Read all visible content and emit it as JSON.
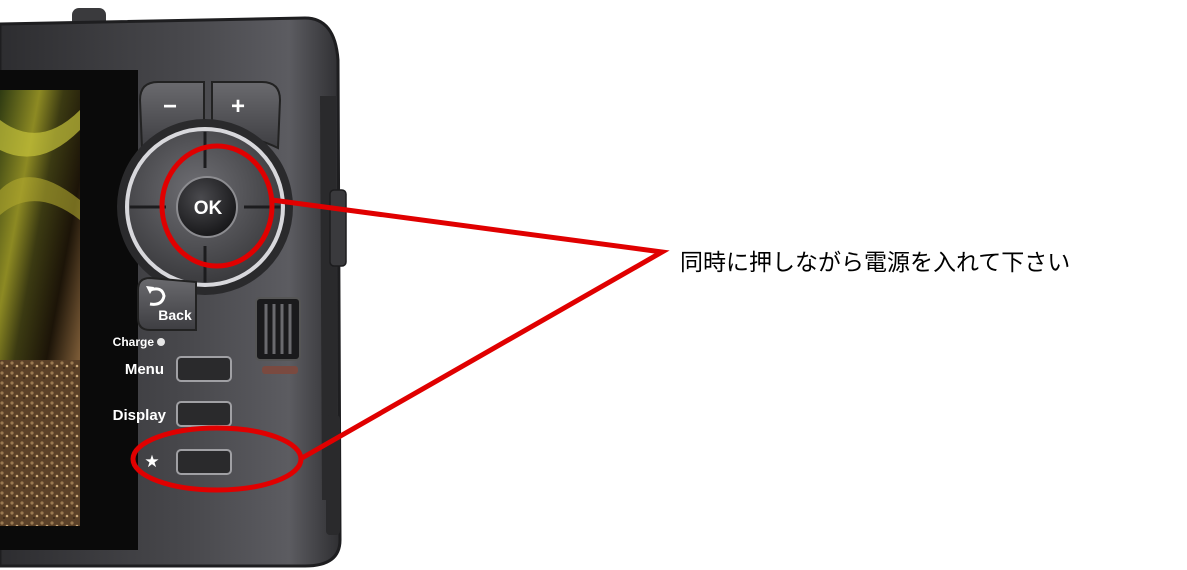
{
  "device": {
    "buttons": {
      "minus_label": "−",
      "plus_label": "+",
      "ok_label": "OK",
      "back_label": "Back",
      "charge_label": "Charge",
      "menu_label": "Menu",
      "display_label": "Display",
      "star_label": "★"
    }
  },
  "callout": {
    "text": "同時に押しながら電源を入れて下さい"
  },
  "colors": {
    "highlight": "#e00000",
    "body": "#3b3b3e",
    "label": "#ffffff"
  },
  "icons": {
    "back": "back-arrow-icon",
    "charge_led": "charge-led-icon",
    "star": "star-icon"
  }
}
